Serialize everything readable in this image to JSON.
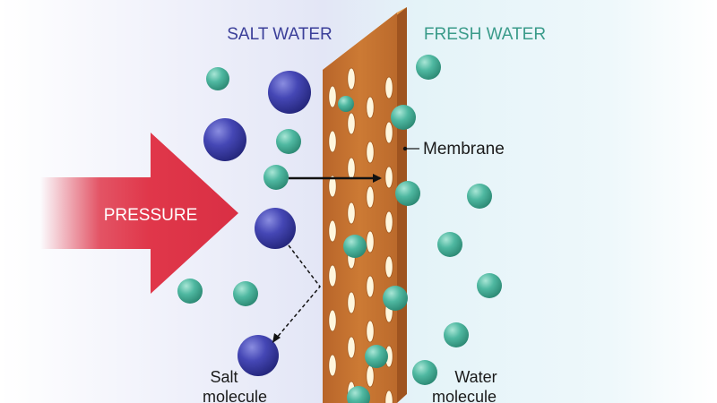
{
  "labels": {
    "salt_water": "SALT WATER",
    "fresh_water": "FRESH WATER",
    "membrane": "Membrane",
    "pressure": "PRESSURE",
    "salt_molecule": [
      "Salt",
      "molecule"
    ],
    "water_molecule": [
      "Water",
      "molecule"
    ]
  },
  "colors": {
    "salt_label": "#3b3f99",
    "fresh_label": "#3a9b8a",
    "salt_molecule": "#3a3ca6",
    "water_molecule": "#4fb8a1",
    "membrane_front": "#c8742f",
    "membrane_top": "#e7a04d",
    "pore": "#fff6dd",
    "pressure_arrow": "#e0374a",
    "text_dark": "#1b1b1b"
  }
}
